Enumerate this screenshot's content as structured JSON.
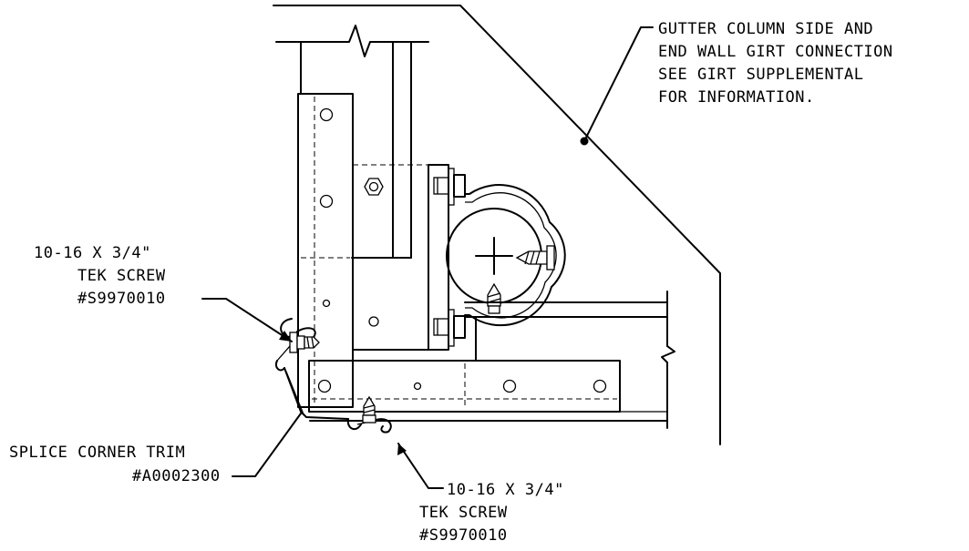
{
  "callouts": {
    "gutter_connection": [
      "GUTTER COLUMN SIDE AND",
      "END WALL GIRT CONNECTION",
      "SEE GIRT SUPPLEMENTAL",
      "FOR INFORMATION."
    ],
    "tek_screw_left": [
      "10-16 X 3/4\"",
      "TEK SCREW",
      "#S9970010"
    ],
    "splice_trim": [
      "SPLICE CORNER TRIM",
      "#A0002300"
    ],
    "tek_screw_bottom": [
      "10-16 X 3/4\"",
      "TEK SCREW",
      "#S9970010"
    ]
  },
  "colors": {
    "line": "#000000",
    "background": "#ffffff"
  }
}
